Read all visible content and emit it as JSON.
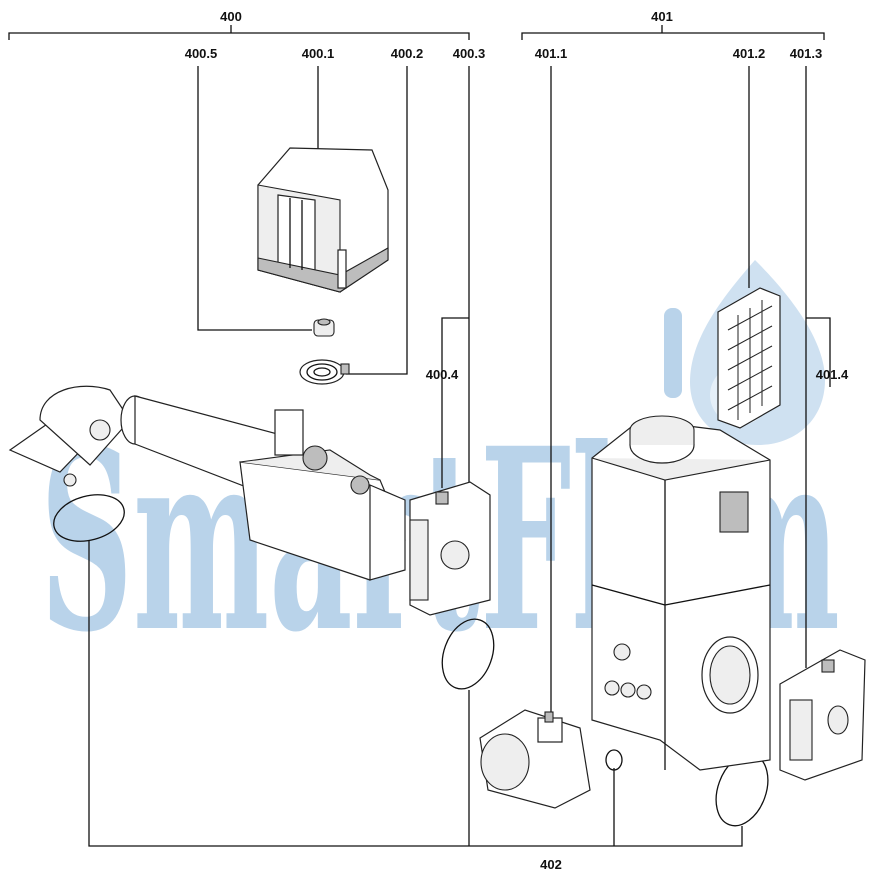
{
  "watermark": {
    "text": "SmartFlam",
    "color": "#b9d3ea"
  },
  "labels": {
    "g400": "400",
    "g401": "401",
    "l400_5": "400.5",
    "l400_1": "400.1",
    "l400_2": "400.2",
    "l400_3": "400.3",
    "l400_4": "400.4",
    "l401_1": "401.1",
    "l401_2": "401.2",
    "l401_3": "401.3",
    "l401_4": "401.4",
    "l402": "402"
  }
}
